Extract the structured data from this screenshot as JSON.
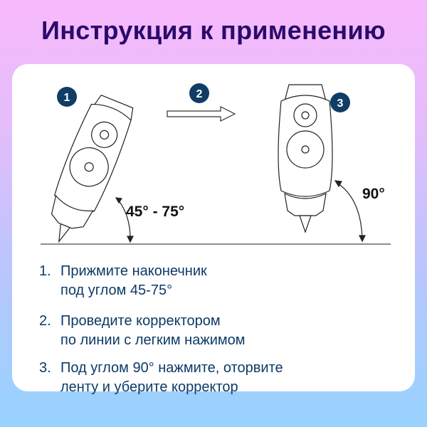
{
  "header": {
    "title": "Инструкция к применению"
  },
  "diagram": {
    "badges": [
      {
        "label": "1"
      },
      {
        "label": "2"
      },
      {
        "label": "3"
      }
    ],
    "angle_labels": {
      "tilted": "45° - 75°",
      "vertical": "90°"
    },
    "colors": {
      "badge": "#0f3d66",
      "line": "#222222",
      "text": "#0d3a66",
      "title": "#2a0a6b"
    }
  },
  "steps": [
    {
      "num": "1.",
      "line1": "Прижмите наконечник",
      "line2": "под углом 45-75°"
    },
    {
      "num": "2.",
      "line1": "Проведите корректором",
      "line2": "по линии с легким нажимом"
    },
    {
      "num": "3.",
      "line1": "Под углом 90° нажмите, оторвите",
      "line2": "ленту и уберите корректор"
    }
  ]
}
